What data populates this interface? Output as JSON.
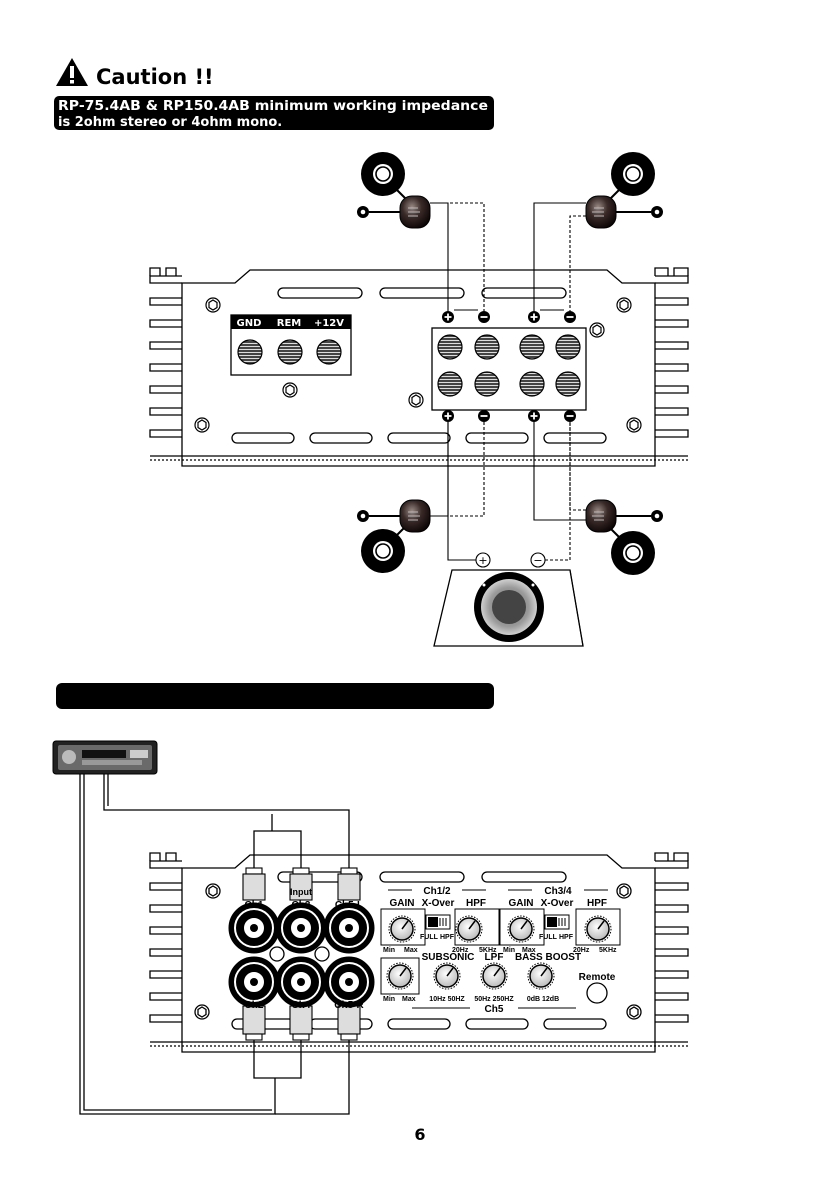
{
  "caution": {
    "title": "Caution !!",
    "line1": "RP-75.4AB & RP150.4AB minimum working impedance",
    "line2": "is 2ohm stereo or 4ohm mono."
  },
  "top_amp": {
    "power_terminals": [
      "GND",
      "REM",
      "+12V"
    ]
  },
  "sub_polarity": {
    "plus": "+",
    "minus": "−"
  },
  "bottom_amp": {
    "inputs_top": [
      "Ch1",
      "Ch3",
      "Ch5-L"
    ],
    "inputs_bottom": [
      "Ch2",
      "Ch4",
      "Ch5-R"
    ],
    "input_label": "Input",
    "ch12": {
      "title": "Ch1/2",
      "gain": "GAIN",
      "xover": "X-Over",
      "hpf": "HPF",
      "min": "Min",
      "max": "Max",
      "full": "FULL",
      "hpf_sw": "HPF",
      "hpf_lo": "20Hz",
      "hpf_hi": "5KHz"
    },
    "ch34": {
      "title": "Ch3/4",
      "gain": "GAIN",
      "xover": "X-Over",
      "hpf": "HPF",
      "min": "Min",
      "max": "Max",
      "full": "FULL",
      "hpf_sw": "HPF",
      "hpf_lo": "20Hz",
      "hpf_hi": "5KHz"
    },
    "ch5": {
      "title": "Ch5",
      "subsonic": "SUBSONIC",
      "lpf": "LPF",
      "bass_boost": "BASS BOOST",
      "min": "Min",
      "max": "Max",
      "sub_range": "10Hz 50HZ",
      "lpf_range": "50Hz 250HZ",
      "boost_range": "0dB 12dB"
    },
    "remote": "Remote"
  },
  "page_number": "6"
}
